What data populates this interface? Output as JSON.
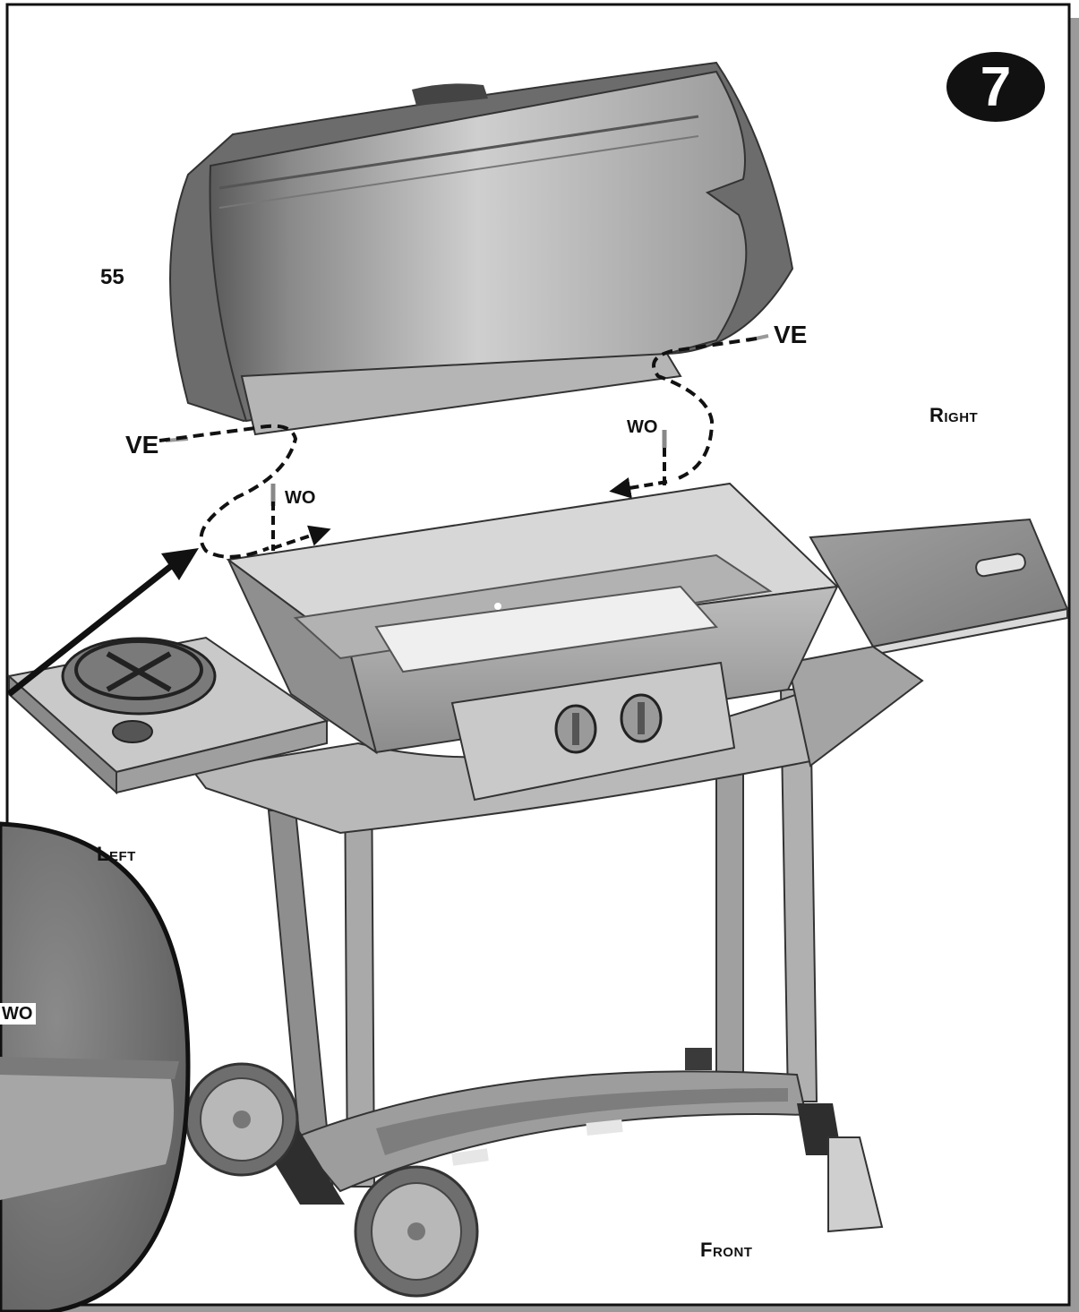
{
  "step": {
    "number": "7"
  },
  "parts": {
    "lid_number": "55"
  },
  "hardware": {
    "ve_left": "VE",
    "ve_right": "VE",
    "wo_left": "WO",
    "wo_right": "WO",
    "wo_zoom": "WO"
  },
  "directions": {
    "right": "Right",
    "left": "Left",
    "front": "Front"
  },
  "colors": {
    "frame": "#111111",
    "shadow": "#999999",
    "metal_light": "#d4d4d4",
    "metal_mid": "#a8a8a8",
    "metal_dark": "#6e6e6e",
    "badge": "#111111"
  }
}
